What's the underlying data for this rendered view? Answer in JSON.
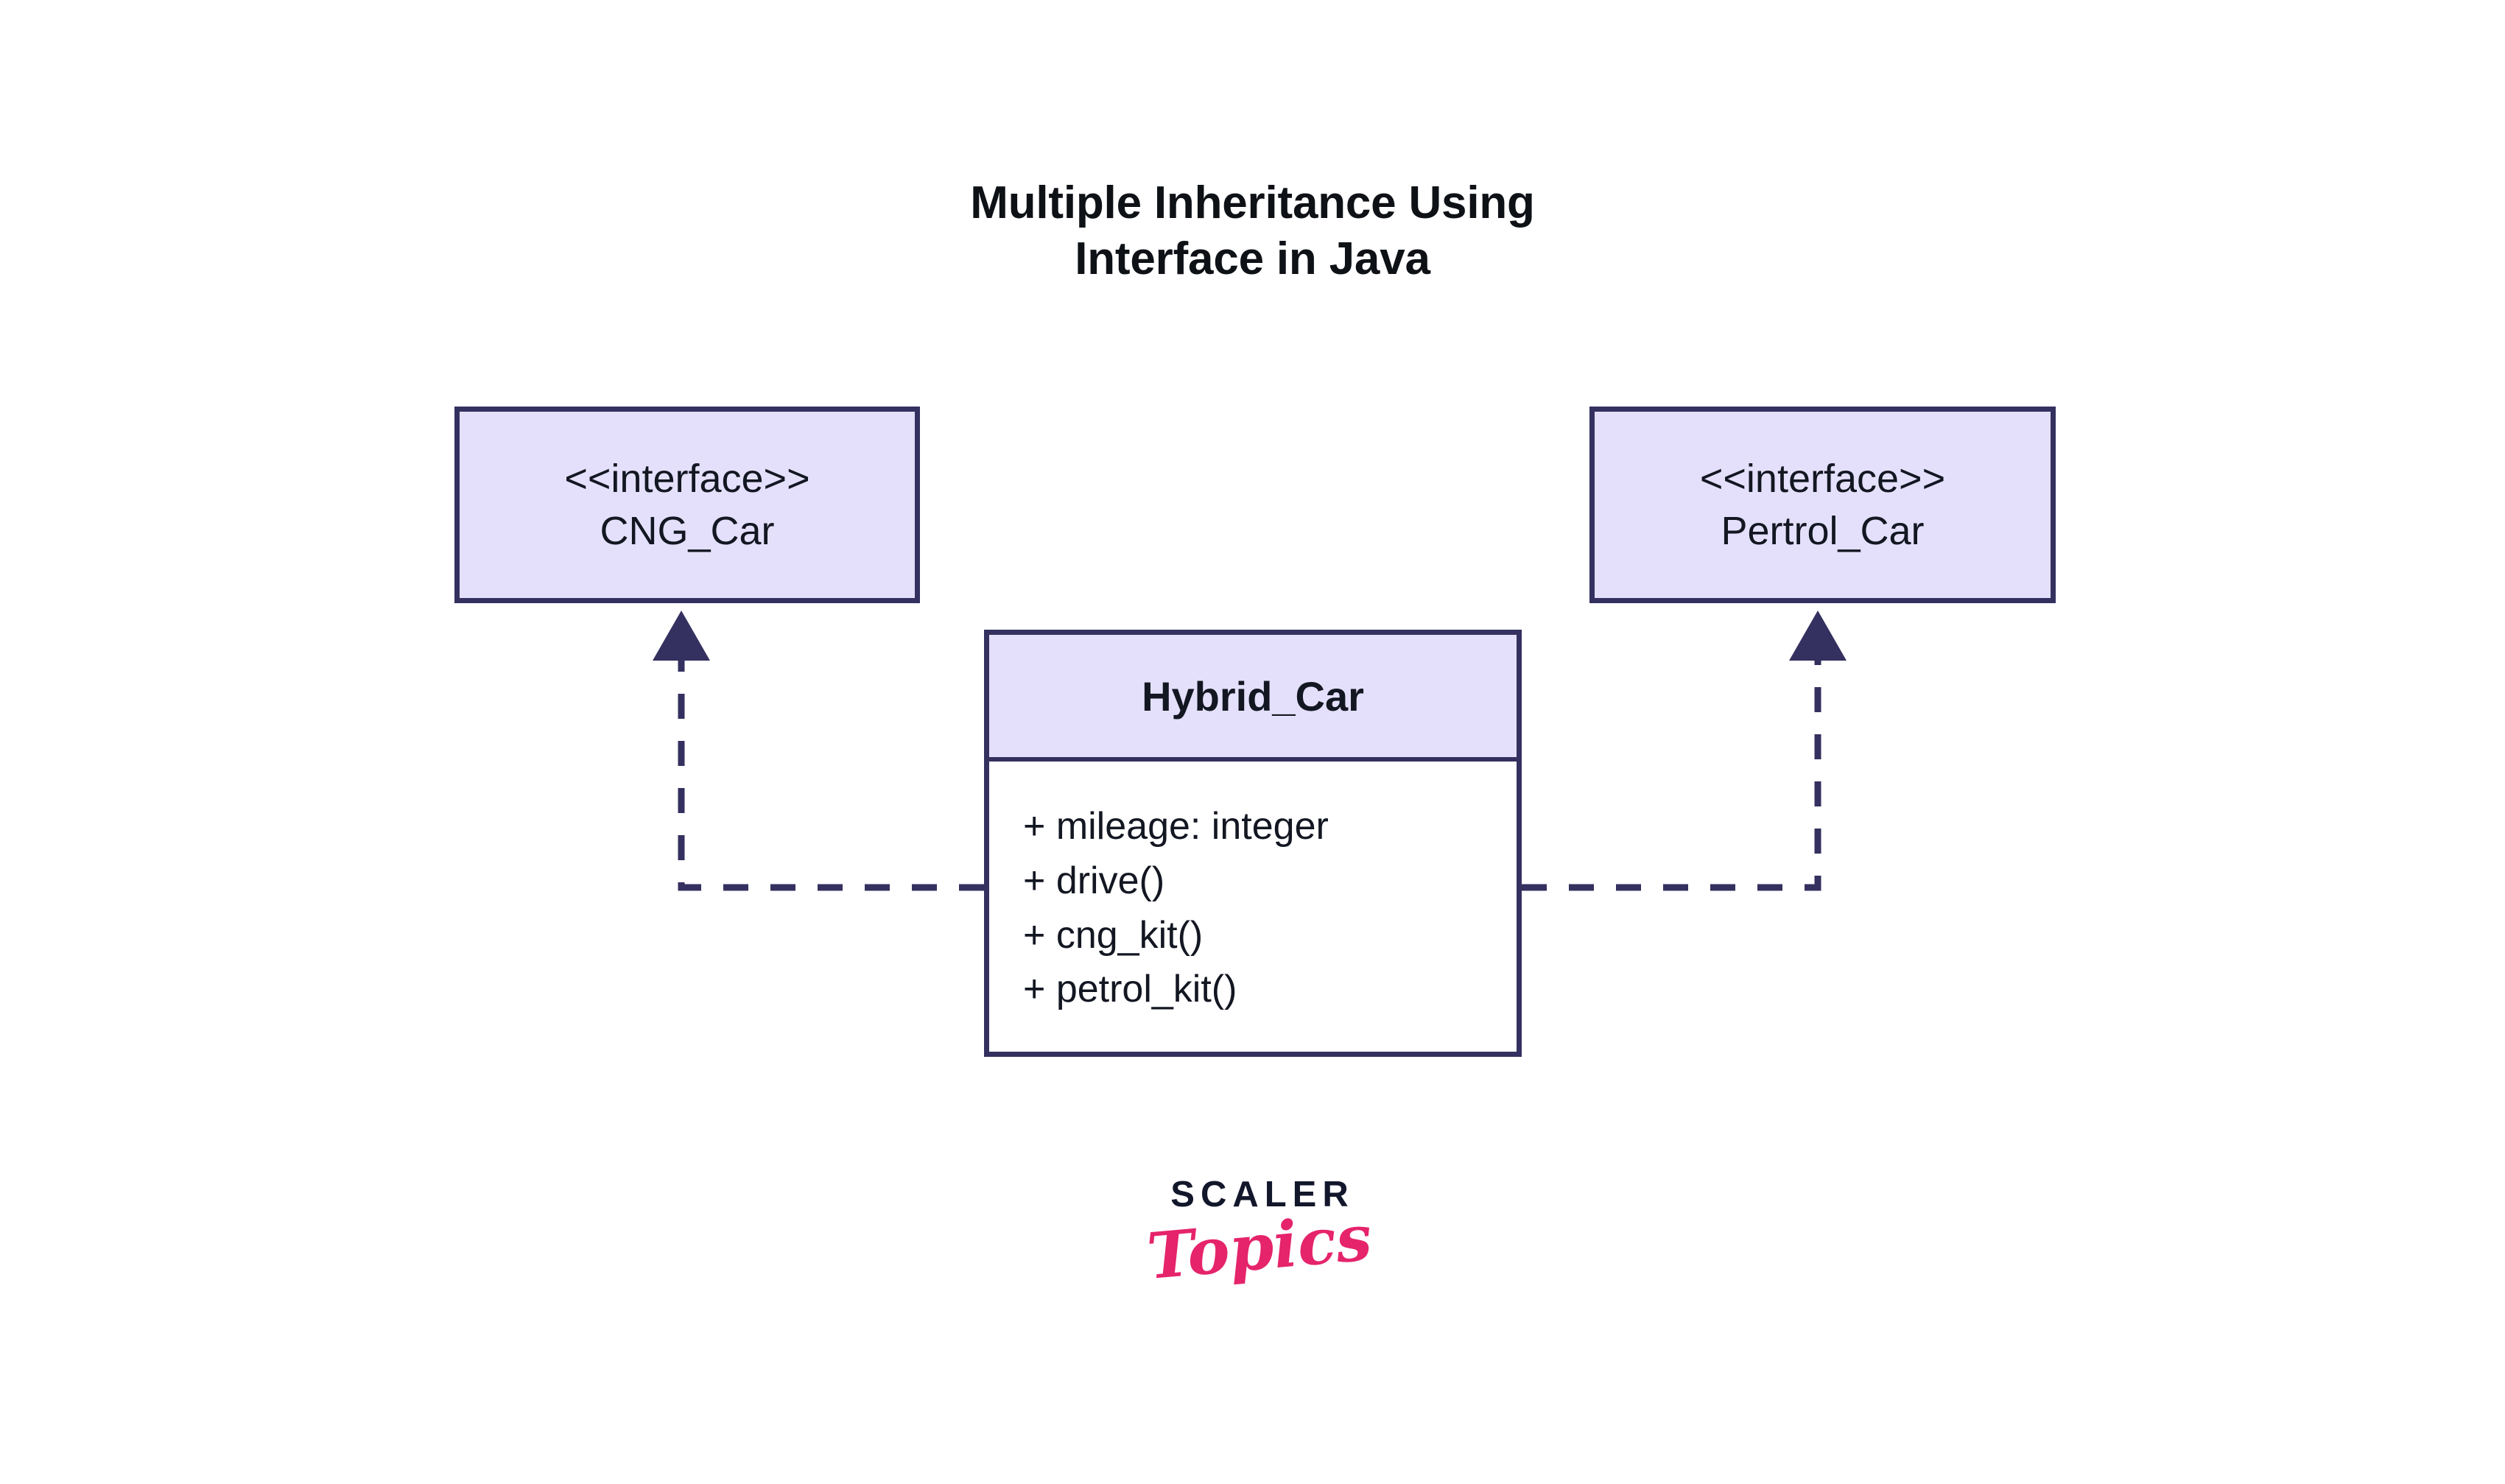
{
  "title": {
    "line1": "Multiple Inheritance Using",
    "line2": "Interface in Java"
  },
  "diagram": {
    "type": "uml-class-diagram",
    "relationship": "realization",
    "interfaces": [
      {
        "id": "cng-car",
        "stereotype": "<<interface>>",
        "name": "CNG_Car",
        "position": "left"
      },
      {
        "id": "petrol-car",
        "stereotype": "<<interface>>",
        "name": "Pertrol_Car",
        "position": "right"
      }
    ],
    "class": {
      "id": "hybrid-car",
      "name": "Hybrid_Car",
      "members": [
        "+ mileage: integer",
        "+ drive()",
        "+ cng_kit()",
        "+ petrol_kit()"
      ]
    },
    "connectors": [
      {
        "from": "hybrid-car",
        "to": "cng-car",
        "style": "dashed",
        "arrow": "hollow-triangle-filled"
      },
      {
        "from": "hybrid-car",
        "to": "petrol-car",
        "style": "dashed",
        "arrow": "hollow-triangle-filled"
      }
    ]
  },
  "logo": {
    "primary": "SCALER",
    "secondary": "Topics"
  },
  "colors": {
    "box_fill": "#e4e0fb",
    "box_border": "#34305f",
    "class_body_fill": "#ffffff",
    "text": "#131722",
    "title_text": "#0e1116",
    "connector": "#34305f",
    "logo_primary": "#12172b",
    "logo_secondary": "#e5246b",
    "background": "#ffffff"
  }
}
